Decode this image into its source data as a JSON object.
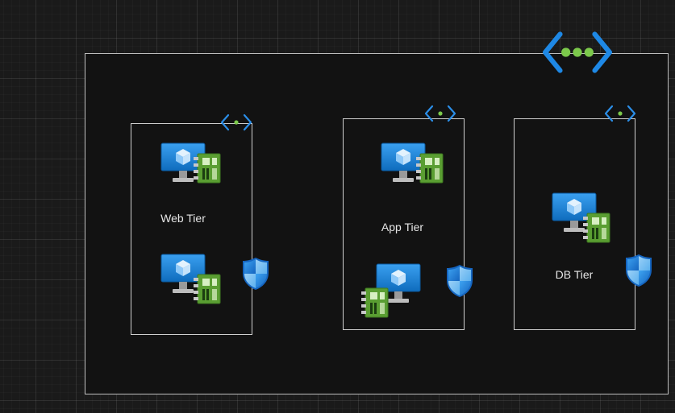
{
  "diagram": {
    "vnet": {
      "icon": "virtual-network-icon"
    },
    "subnets": [
      {
        "label": "Web Tier",
        "icon": "subnet-icon",
        "vm_icon": "virtual-machine-icon",
        "nic_icon": "network-interface-icon",
        "nsg_icon": "network-security-group-icon"
      },
      {
        "label": "App Tier",
        "icon": "subnet-icon",
        "vm_icon": "virtual-machine-icon",
        "nic_icon": "network-interface-icon",
        "nsg_icon": "network-security-group-icon"
      },
      {
        "label": "DB Tier",
        "icon": "subnet-icon",
        "vm_icon": "virtual-machine-icon",
        "nic_icon": "network-interface-icon",
        "nsg_icon": "network-security-group-icon"
      }
    ],
    "colors": {
      "bracket": "#1e88e5",
      "dot": "#7cc94b",
      "monitor": "#1e88e5",
      "nic": "#5a9e32",
      "shield": "#1f7fd6"
    }
  }
}
